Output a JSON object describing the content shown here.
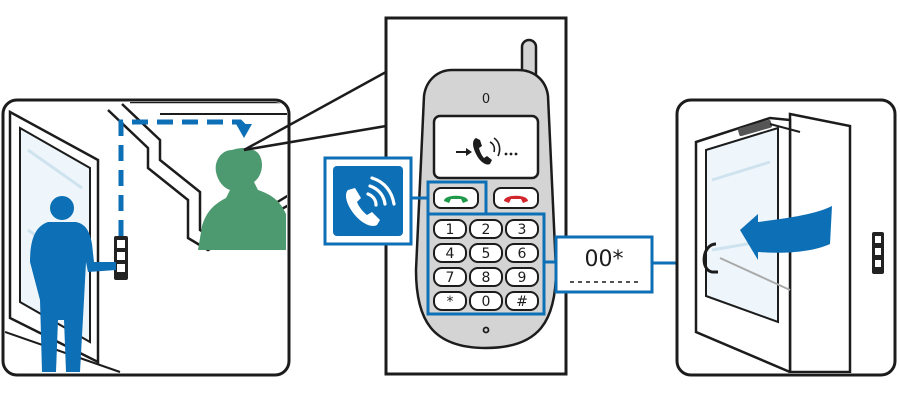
{
  "diagram": {
    "phone_top_digit": "0",
    "key_labels": [
      "1",
      "2",
      "3",
      "4",
      "5",
      "6",
      "7",
      "8",
      "9",
      "*",
      "0",
      "#"
    ],
    "code_callout": "00*",
    "colors": {
      "blue": "#0d6fb5",
      "green": "#4e9a70",
      "call_green": "#1f9a4a",
      "end_red": "#d2262e",
      "outline": "#1c1c1c",
      "phone_grey": "#d4d4d4"
    },
    "icons": [
      "visitor-silhouette",
      "resident-on-phone",
      "intercom-panel",
      "incoming-call-icon",
      "mobile-phone",
      "call-key",
      "end-call-key",
      "door-open-arrow"
    ]
  }
}
